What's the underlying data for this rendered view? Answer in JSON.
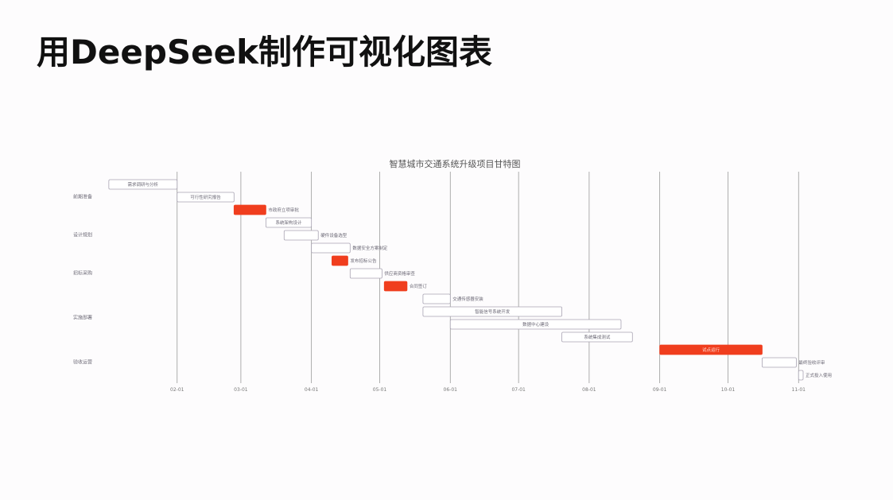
{
  "slide": {
    "title": "用DeepSeek制作可视化图表"
  },
  "colors": {
    "critical": "#f03e1e",
    "normal_fill": "#ffffff",
    "normal_stroke": "#a9a4b3",
    "grid": "#9a9a9a",
    "label": "#6b6875"
  },
  "chart_data": {
    "type": "gantt",
    "title": "智慧城市交通系统升级项目甘特图",
    "x_ticks": [
      "02-01",
      "03-01",
      "04-01",
      "05-01",
      "06-01",
      "07-01",
      "08-01",
      "09-01",
      "10-01",
      "11-01"
    ],
    "xlim": [
      "01-01",
      "11-03"
    ],
    "phases": [
      "前期准备",
      "设计规划",
      "招标采购",
      "实施部署",
      "验收运营"
    ],
    "tasks": [
      {
        "name": "需求调研与分析",
        "phase": "前期准备",
        "start": "01-02",
        "end": "02-01",
        "critical": false,
        "label_inside": true
      },
      {
        "name": "可行性研究报告",
        "phase": "前期准备",
        "start": "02-01",
        "end": "02-26",
        "critical": false,
        "label_inside": true
      },
      {
        "name": "市政府立项审批",
        "phase": "前期准备",
        "start": "02-26",
        "end": "03-12",
        "critical": true,
        "label_inside": false
      },
      {
        "name": "系统架构设计",
        "phase": "设计规划",
        "start": "03-12",
        "end": "04-01",
        "critical": false,
        "label_inside": true
      },
      {
        "name": "硬件设备选型",
        "phase": "设计规划",
        "start": "03-20",
        "end": "04-04",
        "critical": false,
        "label_inside": false
      },
      {
        "name": "数据安全方案制定",
        "phase": "设计规划",
        "start": "04-01",
        "end": "04-18",
        "critical": false,
        "label_inside": false
      },
      {
        "name": "发布招标公告",
        "phase": "招标采购",
        "start": "04-10",
        "end": "04-17",
        "critical": true,
        "label_inside": false
      },
      {
        "name": "供应商资格审查",
        "phase": "招标采购",
        "start": "04-18",
        "end": "05-02",
        "critical": false,
        "label_inside": false
      },
      {
        "name": "合同签订",
        "phase": "招标采购",
        "start": "05-03",
        "end": "05-13",
        "critical": true,
        "label_inside": false
      },
      {
        "name": "交通传感器安装",
        "phase": "实施部署",
        "start": "05-20",
        "end": "06-01",
        "critical": false,
        "label_inside": false
      },
      {
        "name": "智能信号系统开发",
        "phase": "实施部署",
        "start": "05-20",
        "end": "07-20",
        "critical": false,
        "label_inside": true
      },
      {
        "name": "数据中心建设",
        "phase": "实施部署",
        "start": "06-01",
        "end": "08-15",
        "critical": false,
        "label_inside": true
      },
      {
        "name": "系统集成测试",
        "phase": "实施部署",
        "start": "07-20",
        "end": "08-20",
        "critical": false,
        "label_inside": true
      },
      {
        "name": "试点运行",
        "phase": "验收运营",
        "start": "09-01",
        "end": "10-16",
        "critical": true,
        "label_inside": true
      },
      {
        "name": "最终验收评审",
        "phase": "验收运营",
        "start": "10-16",
        "end": "10-31",
        "critical": false,
        "label_inside": false
      },
      {
        "name": "正式投入使用",
        "phase": "验收运营",
        "start": "11-01",
        "end": "11-03",
        "critical": false,
        "label_inside": false
      }
    ]
  }
}
